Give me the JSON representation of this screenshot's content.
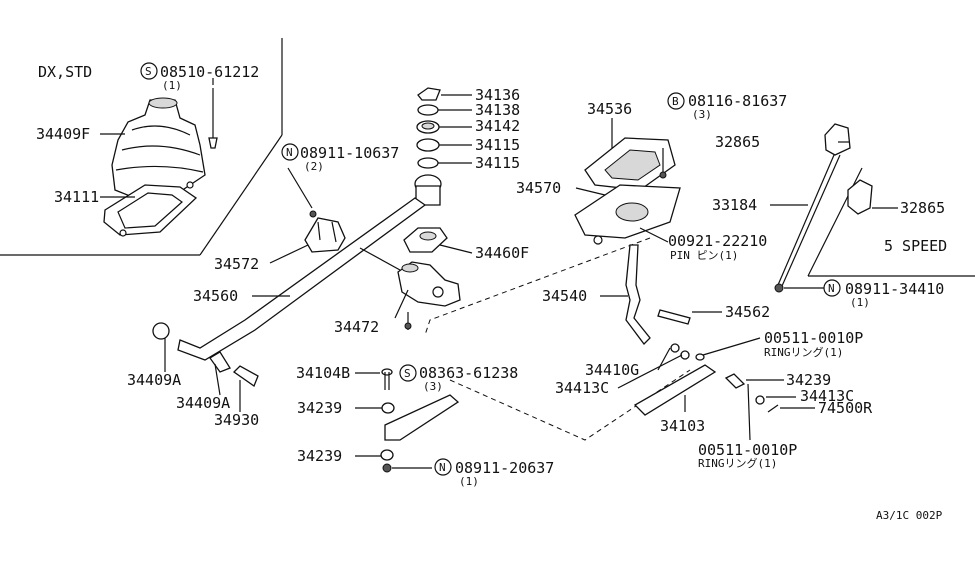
{
  "labels": {
    "variant_dx": "DX,STD",
    "s_08510": "08510-61212",
    "q_08510": "(1)",
    "p_34409F": "34409F",
    "p_34111": "34111",
    "n_08911_10637": "08911-10637",
    "q_08911_10637": "(2)",
    "p_34572": "34572",
    "p_34560": "34560",
    "p_34409A_1": "34409A",
    "p_34409A_2": "34409A",
    "p_34930": "34930",
    "p_34136": "34136",
    "p_34138": "34138",
    "p_34142": "34142",
    "p_34115_1": "34115",
    "p_34115_2": "34115",
    "p_34460F": "34460F",
    "p_34472": "34472",
    "s_08363": "08363-61238",
    "q_08363": "(3)",
    "p_34104B": "34104B",
    "p_34239_1": "34239",
    "p_34239_2": "34239",
    "n_08911_20637": "08911-20637",
    "q_08911_20637": "(1)",
    "p_34536": "34536",
    "b_08116": "08116-81637",
    "q_08116": "(3)",
    "p_34570": "34570",
    "p_00921": "00921-22210",
    "pin_label": "PIN ピン(1)",
    "p_34540": "34540",
    "p_34562": "34562",
    "p_34410G": "34410G",
    "p_34413C_1": "34413C",
    "p_00511_1": "00511-0010P",
    "ring_1": "RINGリング(1)",
    "p_34239_3": "34239",
    "p_34413C_2": "34413C",
    "p_74500R": "74500R",
    "p_34103": "34103",
    "p_00511_2": "00511-0010P",
    "ring_2": "RINGリング(1)",
    "p_32865_1": "32865",
    "p_33184": "33184",
    "p_32865_2": "32865",
    "variant_5speed": "5 SPEED",
    "n_08911_34410": "08911-34410",
    "q_08911_34410": "(1)",
    "footer_code": "A3/1C 002P"
  },
  "markers": {
    "s": "S",
    "n": "N",
    "b": "B"
  }
}
